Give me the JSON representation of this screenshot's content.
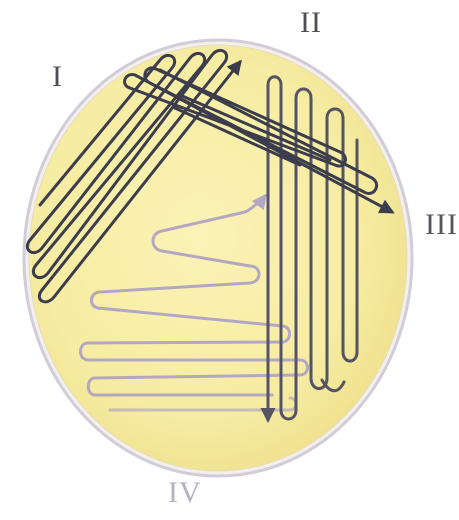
{
  "labels": {
    "zone1": "I",
    "zone2": "II",
    "zone3": "III",
    "zone4": "IV"
  },
  "colors": {
    "agar": "#f6eca2",
    "plate_rim": "#d8d2dd",
    "streak_dark": "#3b3c4c",
    "streak_medium": "#545465",
    "streak_light": "#a99bc6",
    "label_light": "#b6afc4"
  }
}
